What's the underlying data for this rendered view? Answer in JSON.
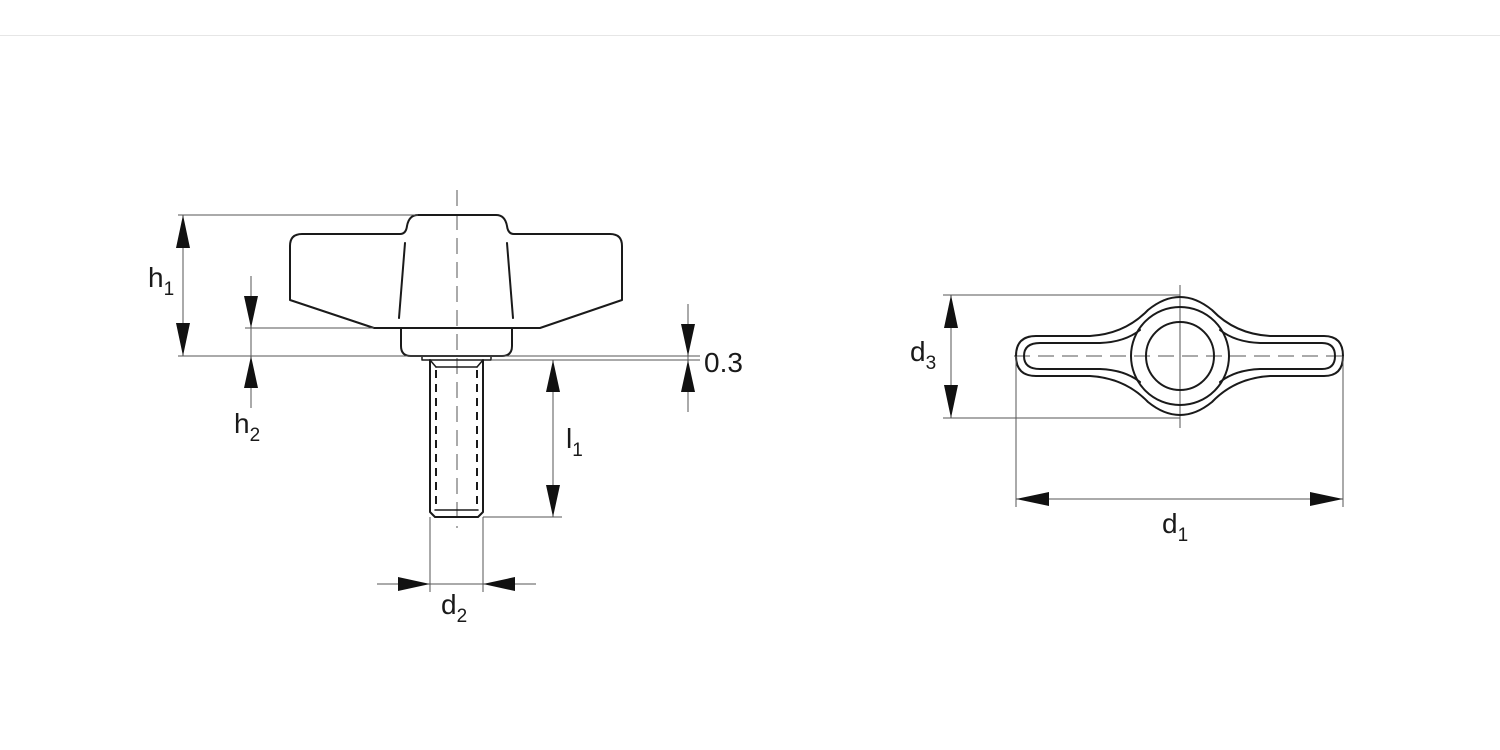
{
  "drawing": {
    "type": "technical drawing - wing knob with threaded stud",
    "views": [
      {
        "name": "side-view",
        "description": "wing knob with threaded stud"
      },
      {
        "name": "top-view",
        "description": "wing knob plan view"
      }
    ],
    "dimensions": {
      "h1": {
        "base": "h",
        "sub": "1"
      },
      "h2": {
        "base": "h",
        "sub": "2"
      },
      "l1": {
        "base": "l",
        "sub": "1"
      },
      "d1": {
        "base": "d",
        "sub": "1"
      },
      "d2": {
        "base": "d",
        "sub": "2"
      },
      "d3": {
        "base": "d",
        "sub": "3"
      },
      "gap": "0.3"
    },
    "colors": {
      "line": "#1a1a1a",
      "dim_line": "#555555",
      "background": "#ffffff"
    }
  }
}
